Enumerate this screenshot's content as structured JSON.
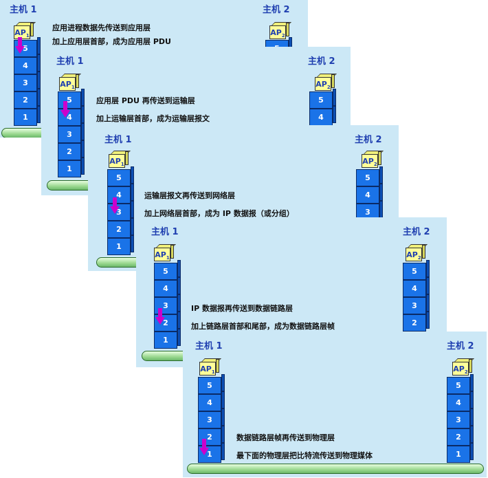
{
  "host1_label": "主机 1",
  "host2_label": "主机 2",
  "ap_label": "AP",
  "ap1_sub": "1",
  "ap2_sub": "2",
  "layers": [
    "5",
    "4",
    "3",
    "2",
    "1"
  ],
  "colors": {
    "panel": "#cce8f6",
    "layer": "#1a73e8",
    "ap_box": "#ffff99",
    "host_text": "#1f3fb0",
    "arrow": "#cc00cc"
  },
  "steps": [
    {
      "line1": "应用进程数据先传送到应用层",
      "line2": "加上应用层首部，成为应用层 PDU"
    },
    {
      "line1": "应用层 PDU 再传送到运输层",
      "line2": "加上运输层首部，成为运输层报文"
    },
    {
      "line1": "运输层报文再传送到网络层",
      "line2": "加上网络层首部，成为 IP 数据报（或分组）"
    },
    {
      "line1": "IP 数据报再传送到数据链路层",
      "line2": "加上链路层首部和尾部，成为数据链路层帧"
    },
    {
      "line1": "数据链路层帧再传送到物理层",
      "line2": "最下面的物理层把比特流传送到物理媒体"
    }
  ]
}
